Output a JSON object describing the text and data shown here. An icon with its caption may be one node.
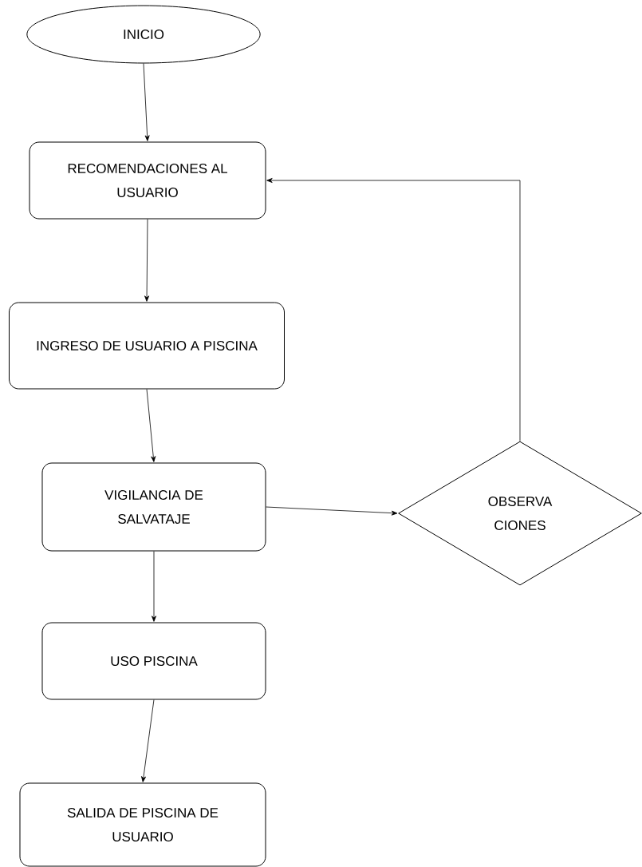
{
  "diagram": {
    "nodes": [
      {
        "text": [
          "INICIO"
        ]
      },
      {
        "text": [
          "RECOMENDACIONES AL USUARIO"
        ]
      },
      {
        "text": [
          "INGRESO DE USUARIO A PISCINA"
        ]
      },
      {
        "text": [
          "VIGILANCIA DE SALVATAJE"
        ]
      },
      {
        "text": [
          "OBSERVA CIONES"
        ]
      },
      {
        "text": [
          "USO PISCINA"
        ]
      },
      {
        "text": [
          "SALIDA DE PISCINA DE USUARIO"
        ]
      }
    ],
    "edges": [
      {
        "from": 0,
        "to": 1,
        "arrow": "to"
      },
      {
        "from": 1,
        "to": 2,
        "arrow": "to"
      },
      {
        "from": 2,
        "to": 3,
        "arrow": "to"
      },
      {
        "from": 3,
        "to": 4,
        "arrow": "to"
      },
      {
        "from": 4,
        "to": 1,
        "arrow": "to"
      },
      {
        "from": 3,
        "to": 5,
        "arrow": "to"
      },
      {
        "from": 5,
        "to": 6,
        "arrow": "to"
      }
    ]
  }
}
